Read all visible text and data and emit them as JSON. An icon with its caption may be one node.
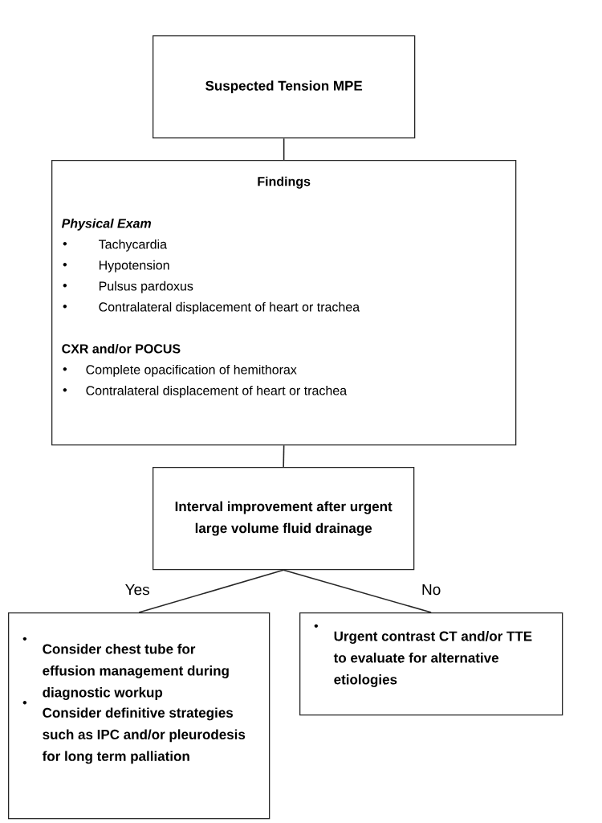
{
  "diagram": {
    "nodes": [
      {
        "text": [
          "Suspected Tension MPE"
        ]
      },
      {
        "text": [
          "Findings",
          "Physical Exam",
          "Tachycardia",
          "Hypotension",
          "Pulsus pardoxus",
          "Contralateral displacement of heart or trachea",
          "CXR and/or POCUS",
          "Complete opacification of hemithorax",
          "Contralateral displacement of heart or trachea"
        ]
      },
      {
        "text": [
          "Interval improvement after urgent large volume fluid drainage"
        ]
      },
      {
        "text": [
          "Consider chest tube for effusion management during diagnostic workup",
          "Consider definitive strategies such as IPC and/or pleurodesis for long term palliation"
        ]
      },
      {
        "text": [
          "Urgent contrast CT and/or TTE to evaluate for alternative etiologies"
        ]
      }
    ],
    "edges": [
      {
        "from": 0,
        "to": 1,
        "arrow": "none"
      },
      {
        "from": 1,
        "to": 2,
        "arrow": "none"
      },
      {
        "from": 2,
        "to": 3,
        "arrow": "none",
        "label": "Yes"
      },
      {
        "from": 2,
        "to": 4,
        "arrow": "none",
        "label": "No"
      }
    ]
  }
}
